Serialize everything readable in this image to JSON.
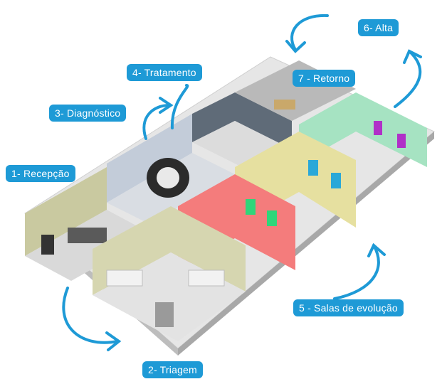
{
  "steps": [
    {
      "id": 1,
      "label": "1- Recepção"
    },
    {
      "id": 2,
      "label": "2- Triagem"
    },
    {
      "id": 3,
      "label": "3- Diagnóstico"
    },
    {
      "id": 4,
      "label": "4- Tratamento"
    },
    {
      "id": 5,
      "label": "5 - Salas de evolução"
    },
    {
      "id": 6,
      "label": "6- Alta"
    },
    {
      "id": 7,
      "label": "7 - Retorno"
    }
  ],
  "colors": {
    "label_bg": "#1e9ad6",
    "arrow": "#1e9ad6",
    "wall_pink": "#f47c7c",
    "wall_green": "#a8e6c0",
    "wall_yellow": "#e8e2a0",
    "wall_grey": "#8a94a0",
    "floor": "#ececec"
  },
  "icons": [
    "floorplan-illustration",
    "curved-arrow-icon"
  ]
}
